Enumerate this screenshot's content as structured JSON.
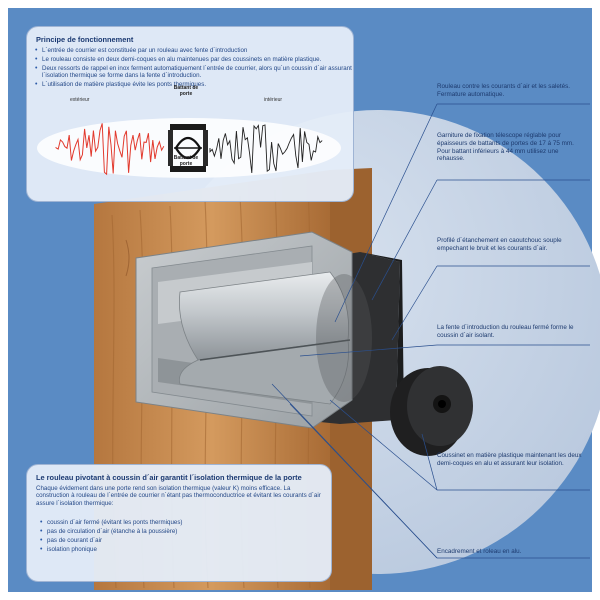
{
  "colors": {
    "background": "#5a8bc4",
    "panel": "#e4ecf8",
    "text": "#1e3f7a",
    "wood": "#c98a4e",
    "aluminium": "#b8bcbf",
    "rubber": "#2a2a2a",
    "wave_exterior": "#e23a2e",
    "wave_interior": "#222222"
  },
  "principle": {
    "title": "Principe de fonctionnement",
    "bullets": [
      "L´entrée de courrier est constituée par un rouleau avec fente d´introduction",
      "Le rouleau consiste en deux demi-coques en alu maintenues par des coussinets en matière plastique.",
      "Deux ressorts de rappel en inox ferment automatiquement l´entrée de courrier, alors qu´un coussin d´air assurant l´isolation thermique se forme dans la fente d´introduction.",
      "L´utilisation de matière plastique évite les ponts thermiques."
    ],
    "label_exterior": "extérieur",
    "label_interior": "intérieur",
    "label_door_top": "Battant de porte",
    "label_door_bottom": "Battant de porte"
  },
  "insulation": {
    "title": "Le rouleau pivotant à coussin d´air garantit l´isolation thermique de la porte",
    "intro": "Chaque évidement dans une porte rend son isolation thermique (valeur K) moins efficace. La construction à rouleau de l´entrée de courrier n´étant pas thermoconductrice et évitant les courants d´air assure l´isolation thermique:",
    "bullets": [
      "coussin d´air fermé (évitant les ponts thermiques)",
      "pas de circulation d´air (étanche à la poussière)",
      "pas de courant d´air",
      "isolation phonique"
    ]
  },
  "callouts": [
    "Rouleau contre les courants d´air et les saletés. Fermature automatique.",
    "Garniture de fixation télescope réglable pour épaisseurs de battants de portes de 17 á 75 mm. Pour battant inférieurs à 44 mm utilisez une rehausse.",
    "Profilé d´étanchement en caoutchouc souple empechant le bruit et les courants d´air.",
    "La fente d´introduction du rouleau fermé forme le coussin d´air isolant.",
    "Coussinet en matière plastique maintenant les deux demi-coques en alu et assurant leur isolation.",
    "Encadrement et roleau en alu."
  ]
}
